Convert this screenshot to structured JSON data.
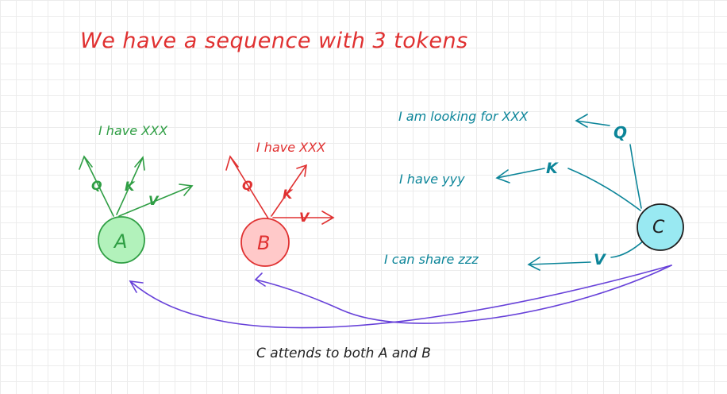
{
  "title": "We have a sequence with 3 tokens",
  "tokens": [
    {
      "id": "A",
      "color": "#2f9e44",
      "fill": "#b2f2bb",
      "note": "I have XXX",
      "q_label": "Q",
      "k_label": "K",
      "v_label": "V"
    },
    {
      "id": "B",
      "color": "#e03131",
      "fill": "#ffc9c9",
      "note": "I have XXX",
      "q_label": "Q",
      "k_label": "K",
      "v_label": "V"
    },
    {
      "id": "C",
      "color": "#0c8599",
      "fill": "#99e9f2",
      "q_label": "Q",
      "k_label": "K",
      "v_label": "V",
      "q_note": "I am looking for XXX",
      "k_note": "I have yyy",
      "v_note": "I can share zzz"
    }
  ],
  "caption": "C attends to both A and B",
  "colors": {
    "title": "#e03131",
    "attention_arrow": "#6741d9",
    "c_stroke": "#1e1e1e"
  }
}
